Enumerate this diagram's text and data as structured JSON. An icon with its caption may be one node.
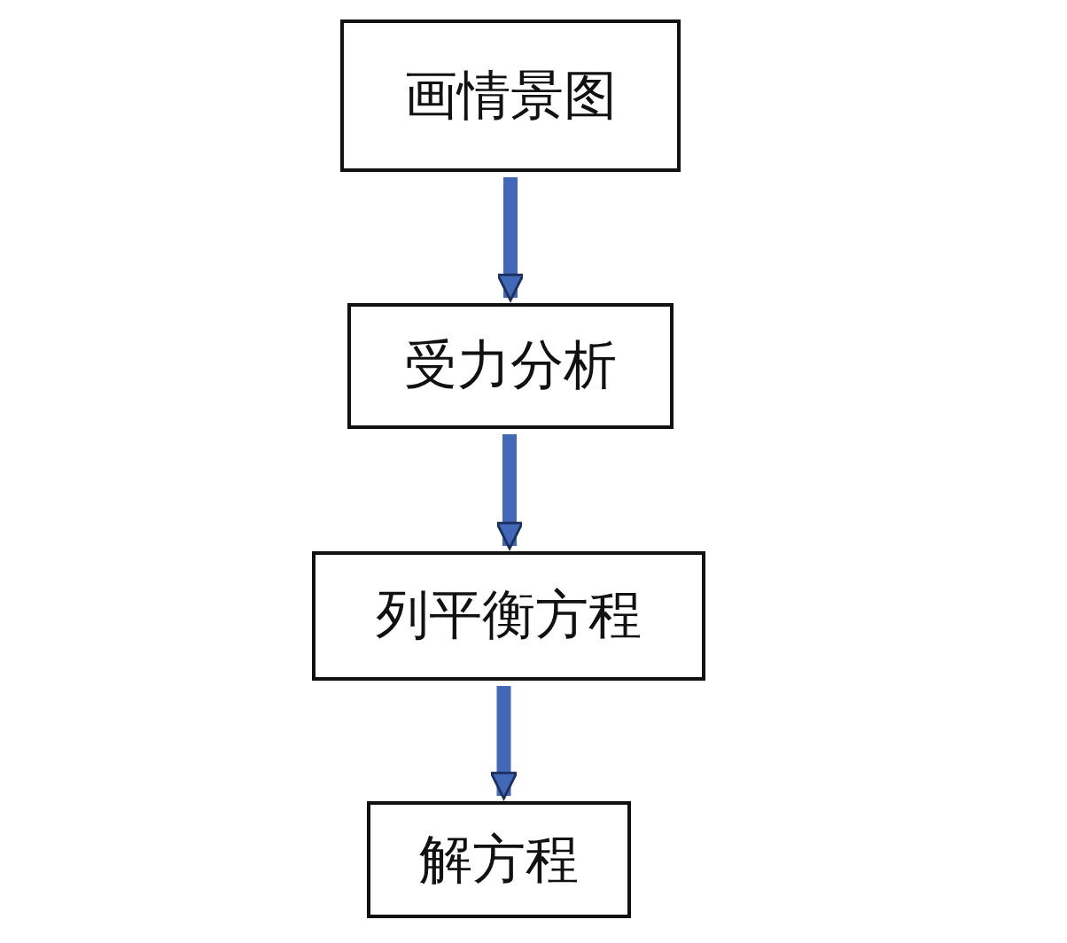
{
  "diagram": {
    "nodes": [
      {
        "text": [
          "画情景图"
        ]
      },
      {
        "text": [
          "受力分析"
        ]
      },
      {
        "text": [
          "列平衡方程"
        ]
      },
      {
        "text": [
          "解方程"
        ]
      }
    ],
    "edges": [
      {
        "from": 0,
        "to": 1,
        "arrow": "to"
      },
      {
        "from": 1,
        "to": 2,
        "arrow": "to"
      },
      {
        "from": 2,
        "to": 3,
        "arrow": "to"
      }
    ]
  }
}
